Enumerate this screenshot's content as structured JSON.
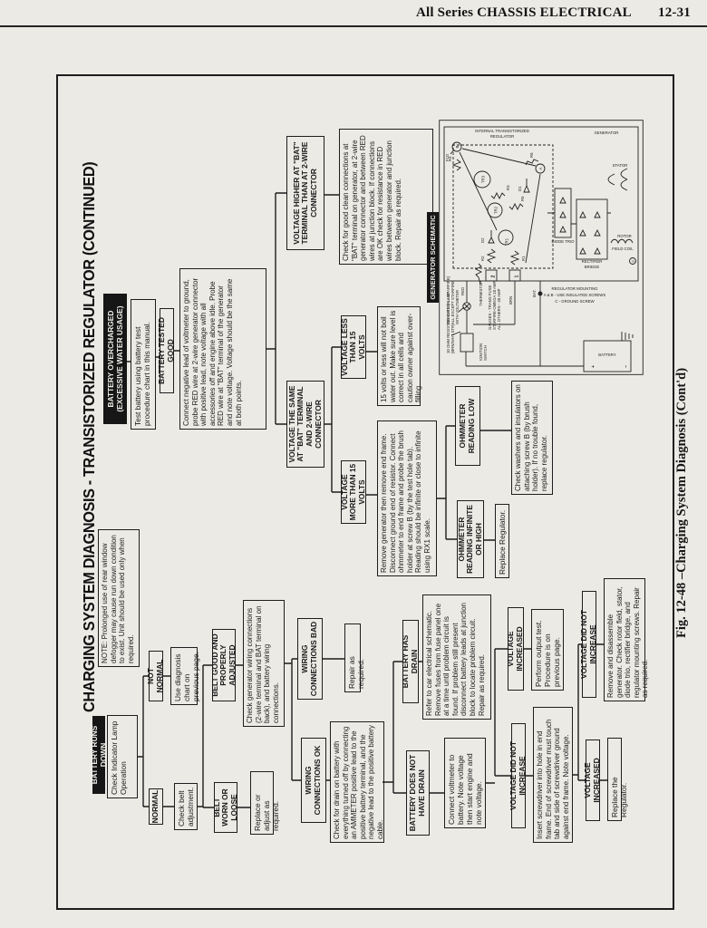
{
  "page": {
    "header": "All Series CHASSIS ELECTRICAL",
    "page_no": "12-31",
    "title": "CHARGING SYSTEM DIAGNOSIS - TRANSISTORIZED REGULATOR (CONTINUED)",
    "caption": "Fig. 12-48 –Charging System Diagnosis (Cont'd)"
  },
  "flow": {
    "note": "NOTE: Prolonged use of rear window defogger may cause run down condition to exist. Unit should be used only when required.",
    "battery_runs_down": "BATTERY RUNS DOWN",
    "check_indicator": "Check Indicator Lamp Operation",
    "normal": "NORMAL",
    "not_normal": "NOT NORMAL",
    "check_belt": "Check belt adjustment.",
    "use_diagnosis": "Use diagnosis chart on previous page.",
    "belt_worn": "BELT WORN OR LOOSE",
    "belt_good": "BELT GOOD AND PROPERLY ADJUSTED",
    "replace_adjust": "Replace or adjust as required.",
    "check_gen_wiring": "Check generator wiring connections (2-wire terminal and BAT terminal on back), and battery wiring connections.",
    "wiring_ok": "WIRING CONNECTIONS OK",
    "wiring_bad": "WIRING CONNECTIONS BAD",
    "repair_required": "Repair as required.",
    "check_drain": "Check for drain on battery with everything turned off by connecting an AMMETER positive lead to the positive battery terminal, and the negative lead to the positive battery cable.",
    "no_drain": "BATTERY DOES NOT HAVE DRAIN",
    "has_drain": "BATTERY HAS DRAIN",
    "refer_schematic": "Refer to car electrical schematic. Remove fuses from fuse panel one at a time until problem circuit is found. If problem still present disconnect battery leads at junction block to locate problem circuit. Repair as required.",
    "connect_voltmeter": "Connect voltmeter to battery. Note voltage then start engine and note voltage.",
    "v_not_increased_1": "VOLTAGE DID NOT INCREASE",
    "v_increased_1": "VOLTAGE INCREASED",
    "insert_screwdriver": "Insert screwdriver into hole in end frame. End of screwdriver must touch tab and side of screwdriver ground against end frame. Note voltage.",
    "perform_output": "Perform output test. Procedure is on previous page.",
    "v_increased_2": "VOLTAGE INCREASED",
    "v_not_increased_2": "VOLTAGE DID NOT INCREASE",
    "replace_regulator_2": "Replace the Regulator.",
    "remove_disassemble": "Remove and disassemble generator. Check rotor field, stator, diode trio, rectifier bridge, and regulator mounting screws. Repair as required.",
    "battery_overcharged": "BATTERY OVERCHARGED (EXCESSIVE WATER USAGE)",
    "test_battery": "Test battery using battery test procedure chart in this manual.",
    "tested_good": "BATTERY TESTED GOOD",
    "connect_negative": "Connect negative lead of voltmeter to ground, probe RED wire at 2-wire generator connector with positive lead, note voltage with all accessories off and engine above idle. Probe RED wire at \"BAT\" terminal of the generator and note voltage. Voltage should be the same at both points.",
    "v_same": "VOLTAGE THE SAME AT \"BAT\" TERMINAL AND 2-WIRE CONNECTOR",
    "v_higher": "VOLTAGE HIGHER AT \"BAT\" TERMINAL THAN AT 2-WIRE CONNECTOR",
    "check_connections": "Check for good clean connections at \"BAT\" terminal on generator, at 2-wire generator connector and between RED wires at junction block. If connections are OK check for resistance in RED wires between generator and junction block. Repair as required.",
    "v_less": "VOLTAGE LESS THAN 15 VOLTS",
    "v_more": "VOLTAGE MORE THAN 15 VOLTS",
    "fifteen_volts": "15 volts or less will not boil water out. Make sure level is correct in all cells and caution owner against over-filling.",
    "remove_generator": "Remove generator then remove end frame. Disconnect ground end of resistor. Connect ohmmeter to end frame and probe the brush holder at screw B (by the test hole tab). Reading should be infinite or close to infinite using RX1 scale.",
    "ohm_low": "OHMMETER READING LOW",
    "ohm_high": "OHMMETER READING INFINITE OR HIGH",
    "replace_regulator_1": "Replace Regulator.",
    "check_washers": "Check washers and insulators on attaching screw B (by brush holder). If no trouble found, replace regulator."
  },
  "schematic": {
    "header": "GENERATOR SCHEMATIC",
    "resistor_l1": "10 OHM RESISTOR WIRE (ALL STARFIRE)",
    "resistor_l2": "(BRN/WHT STR)",
    "ignition_l1": "IGNITION",
    "ignition_l2": "SWITCH",
    "fuse_l1": "GAUGES - TRANS FUSE",
    "fuse_l2": "STARFIRE-OMEGA 10 AMP",
    "fuse_l3": "ALL OTHERS - 20 AMP",
    "lamp_l1": "INDICATOR LAMP",
    "lamp_l2": "ALL EXCEPT STARFIRE",
    "lamp_l3": "WITH VOLTMETER",
    "thermistor": "THERMISTOR",
    "red": "RED",
    "brn": "BRN",
    "bat": "BAT.",
    "t1": "1",
    "t2": "2",
    "r1": "R1",
    "r2": "R2",
    "r3": "R3",
    "r4": "R4",
    "r5": "R5",
    "r6": "R6",
    "tr1": "TR1",
    "tr2": "TR2",
    "tr3": "TR3",
    "d1": "D1",
    "d2": "D2",
    "a": "A",
    "b": "B",
    "c": "C",
    "fld": "FLD",
    "diode_trio": "DIODE TRIO",
    "rect_l1": "RECTIFIER",
    "rect_l2": "BRIDGE",
    "field_coil": "FIELD COIL",
    "rotor": "ROTOR",
    "stator": "STATOR",
    "generator": "GENERATOR",
    "internal_l1": "INTERNAL TRANSISTORIZED",
    "internal_l2": "REGULATOR",
    "mount_l1": "REGULATOR MOUNTING",
    "mount_l2": "A & B - USE INSULATED SCREWS",
    "mount_l3": "C - GROUND SCREW",
    "battery": "BATTERY",
    "plus": "+",
    "minus": "−"
  }
}
